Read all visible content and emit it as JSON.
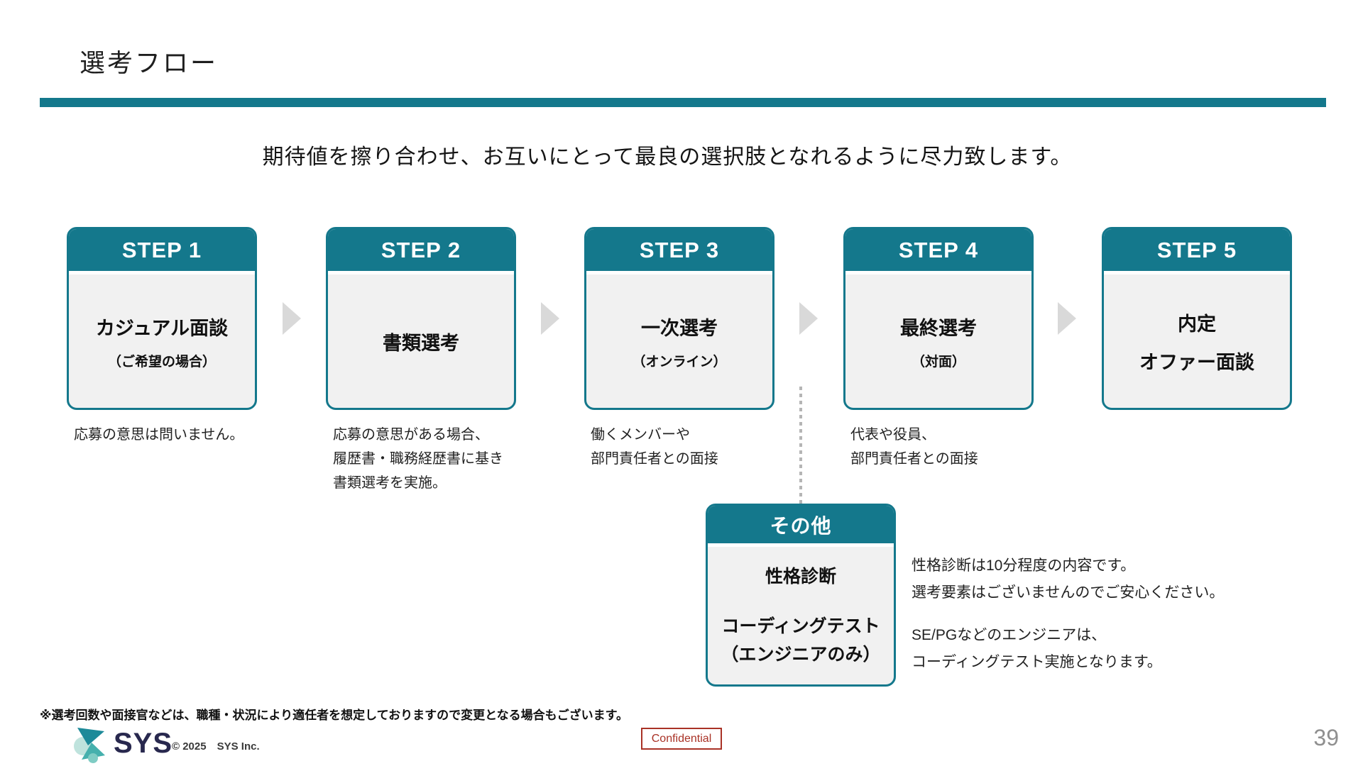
{
  "page": {
    "title": "選考フロー",
    "subtitle": "期待値を擦り合わせ、お互いにとって最良の選択肢となれるように尽力致します。",
    "page_number": "39"
  },
  "steps": [
    {
      "header": "STEP 1",
      "line1": "カジュアル面談",
      "line2": "（ご希望の場合）"
    },
    {
      "header": "STEP 2",
      "line1": "書類選考",
      "line2": ""
    },
    {
      "header": "STEP 3",
      "line1": "一次選考",
      "line2": "（オンライン）"
    },
    {
      "header": "STEP 4",
      "line1": "最終選考",
      "line2": "（対面）"
    },
    {
      "header": "STEP 5",
      "line1": "内定",
      "line2": "オファー面談"
    }
  ],
  "descriptions": [
    {
      "lines": [
        "応募の意思は問いません。"
      ]
    },
    {
      "lines": [
        "応募の意思がある場合、",
        "履歴書・職務経歴書に基き",
        "書類選考を実施。"
      ]
    },
    {
      "lines": [
        "働くメンバーや",
        "部門責任者との面接"
      ]
    },
    {
      "lines": [
        "代表や役員、",
        "部門責任者との面接"
      ]
    }
  ],
  "other": {
    "header": "その他",
    "item1": "性格診断",
    "item2_line1": "コーディングテスト",
    "item2_line2": "（エンジニアのみ）",
    "note1_line1": "性格診断は10分程度の内容です。",
    "note1_line2": "選考要素はございませんのでご安心ください。",
    "note2_line1": "SE/PGなどのエンジニアは、",
    "note2_line2": "コーディングテスト実施となります。"
  },
  "footer": {
    "note": "※選考回数や面接官などは、職種・状況により適任者を想定しておりますので変更となる場合もございます。",
    "logo_text": "SYS",
    "copyright": "© 2025　SYS Inc.",
    "confidential": "Confidential"
  },
  "colors": {
    "teal": "#14788c",
    "box_body": "#f1f1f1",
    "arrow_gray": "#d9d9d9",
    "confidential_red": "#a93226",
    "logo_navy": "#28284e",
    "page_gray": "#8f8f8f"
  }
}
